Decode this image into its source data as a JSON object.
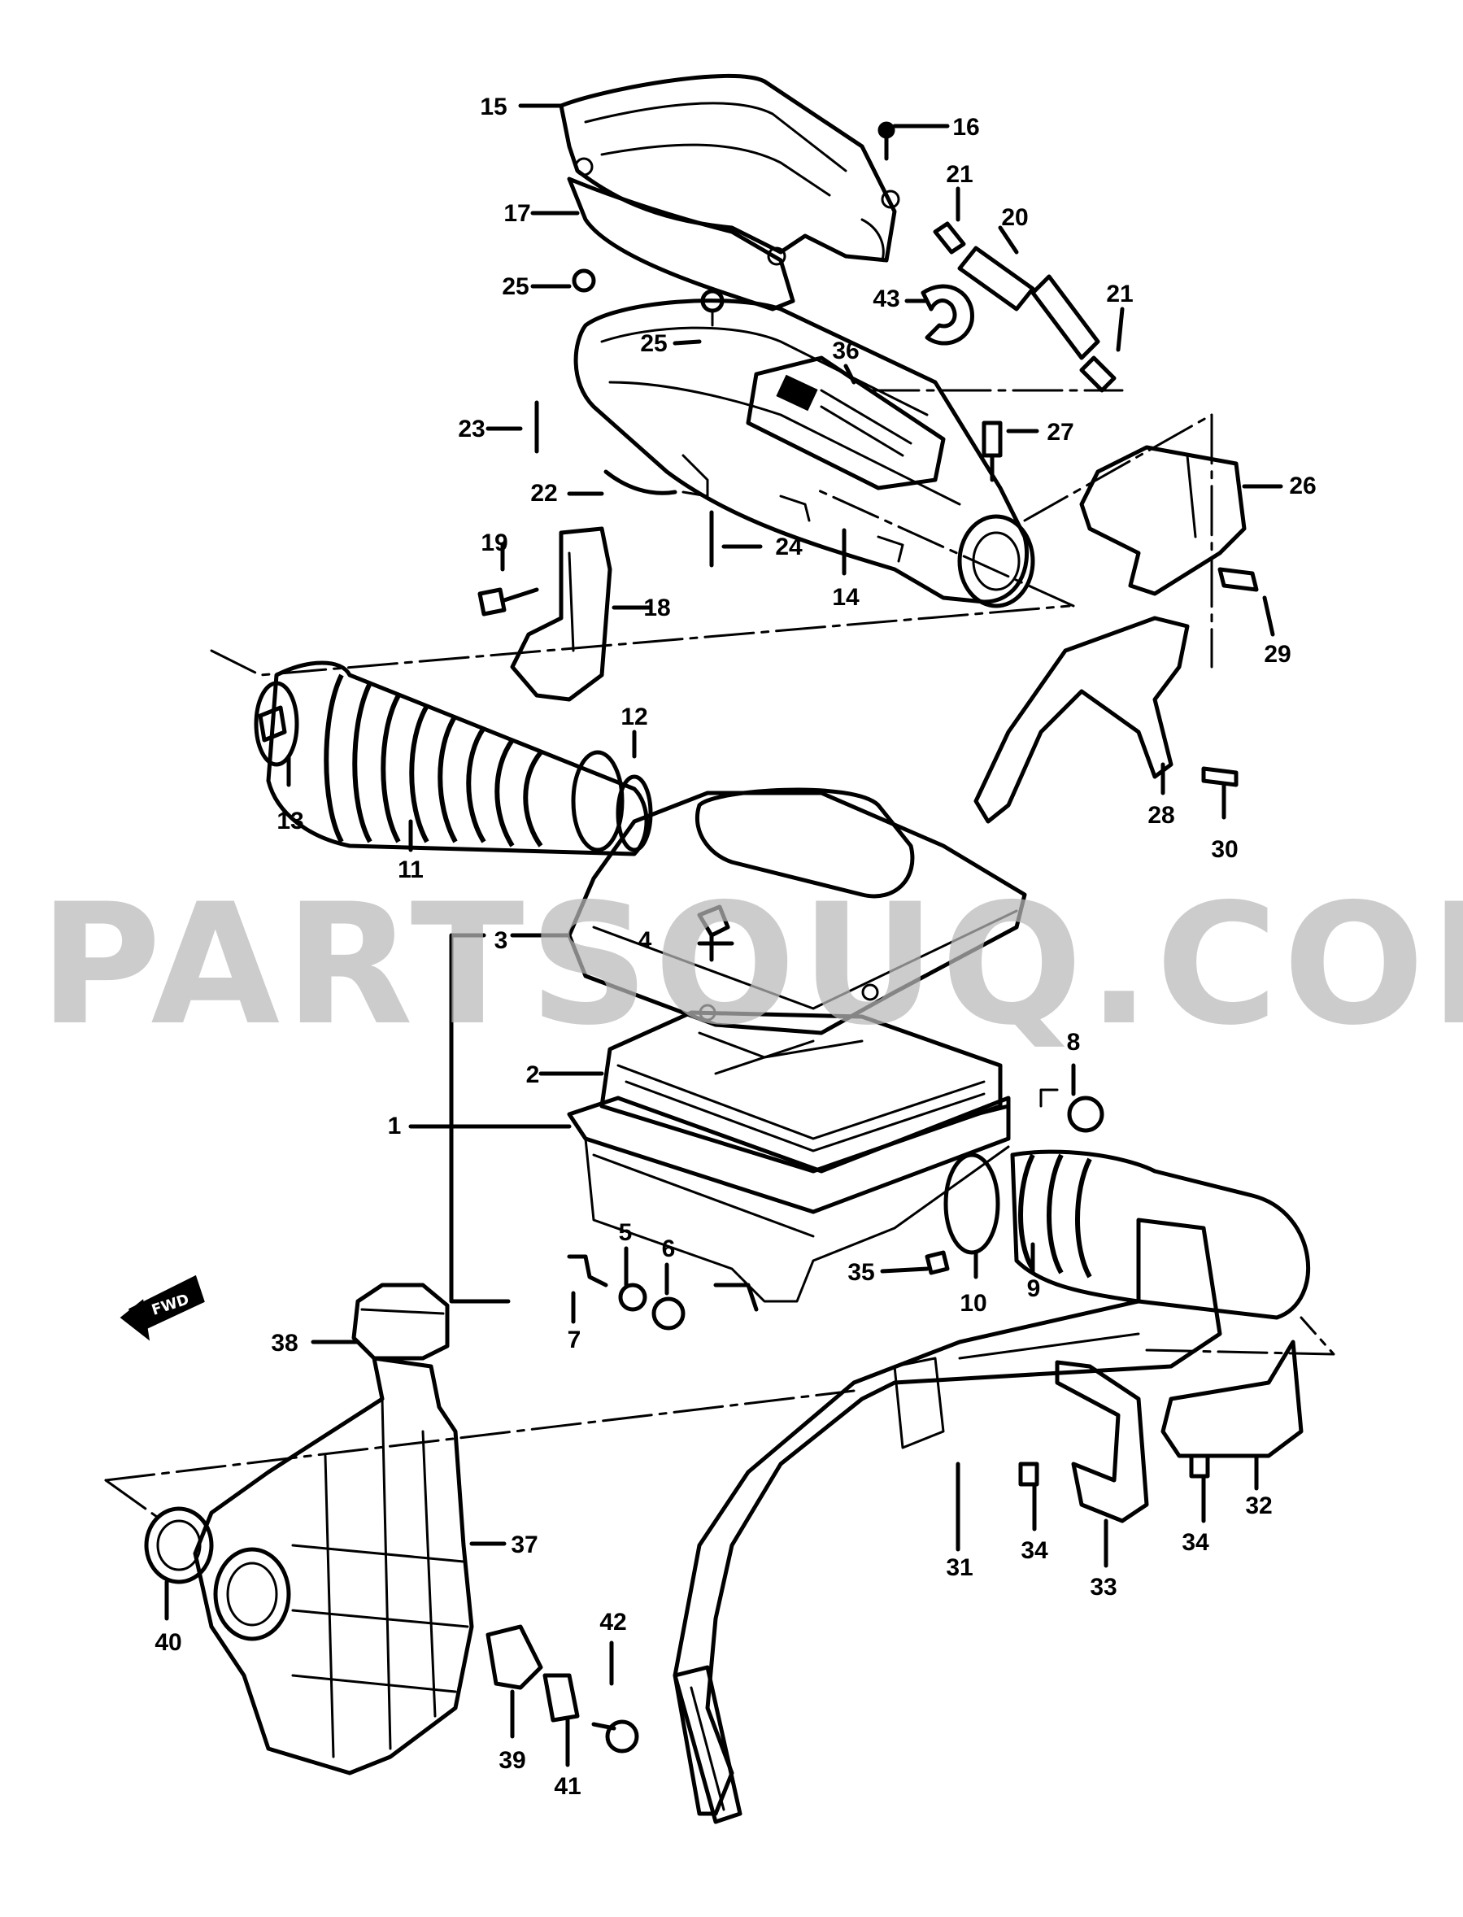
{
  "watermark": "PARTSOUQ.COM",
  "direction_label": "FWD",
  "callouts": [
    {
      "id": "1",
      "label": "1"
    },
    {
      "id": "2",
      "label": "2"
    },
    {
      "id": "3",
      "label": "3"
    },
    {
      "id": "4",
      "label": "4"
    },
    {
      "id": "5",
      "label": "5"
    },
    {
      "id": "6",
      "label": "6"
    },
    {
      "id": "7",
      "label": "7"
    },
    {
      "id": "8",
      "label": "8"
    },
    {
      "id": "9",
      "label": "9"
    },
    {
      "id": "10",
      "label": "10"
    },
    {
      "id": "11",
      "label": "11"
    },
    {
      "id": "12",
      "label": "12"
    },
    {
      "id": "13",
      "label": "13"
    },
    {
      "id": "14",
      "label": "14"
    },
    {
      "id": "15",
      "label": "15"
    },
    {
      "id": "16",
      "label": "16"
    },
    {
      "id": "17",
      "label": "17"
    },
    {
      "id": "18",
      "label": "18"
    },
    {
      "id": "19",
      "label": "19"
    },
    {
      "id": "20",
      "label": "20"
    },
    {
      "id": "21a",
      "label": "21"
    },
    {
      "id": "21b",
      "label": "21"
    },
    {
      "id": "22",
      "label": "22"
    },
    {
      "id": "23",
      "label": "23"
    },
    {
      "id": "24",
      "label": "24"
    },
    {
      "id": "25a",
      "label": "25"
    },
    {
      "id": "25b",
      "label": "25"
    },
    {
      "id": "26",
      "label": "26"
    },
    {
      "id": "27",
      "label": "27"
    },
    {
      "id": "28",
      "label": "28"
    },
    {
      "id": "29",
      "label": "29"
    },
    {
      "id": "30",
      "label": "30"
    },
    {
      "id": "31",
      "label": "31"
    },
    {
      "id": "32",
      "label": "32"
    },
    {
      "id": "33",
      "label": "33"
    },
    {
      "id": "34a",
      "label": "34"
    },
    {
      "id": "34b",
      "label": "34"
    },
    {
      "id": "35",
      "label": "35"
    },
    {
      "id": "36",
      "label": "36"
    },
    {
      "id": "37",
      "label": "37"
    },
    {
      "id": "38",
      "label": "38"
    },
    {
      "id": "39",
      "label": "39"
    },
    {
      "id": "40",
      "label": "40"
    },
    {
      "id": "41",
      "label": "41"
    },
    {
      "id": "42",
      "label": "42"
    },
    {
      "id": "43",
      "label": "43"
    }
  ]
}
